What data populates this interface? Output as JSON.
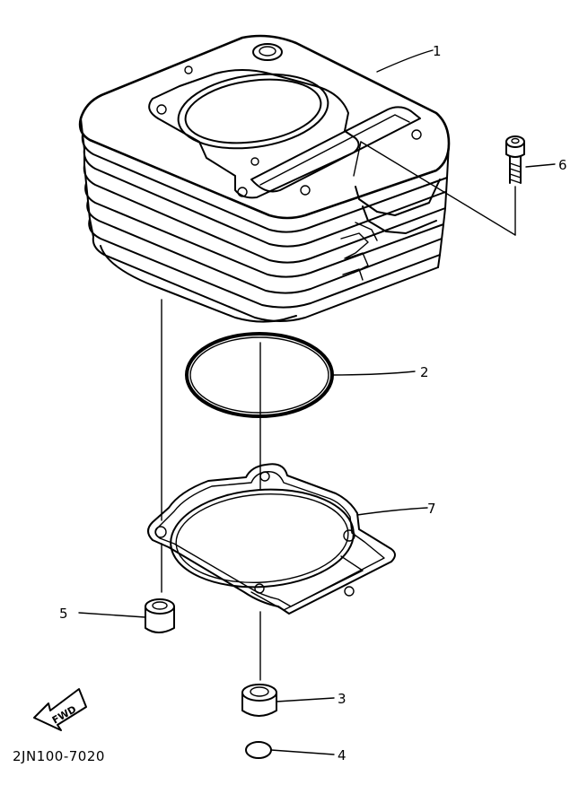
{
  "drawing_number": "2JN100-7020",
  "direction_arrow": {
    "label": "FWD"
  },
  "callouts": [
    {
      "id": "1",
      "label": "1"
    },
    {
      "id": "2",
      "label": "2"
    },
    {
      "id": "3",
      "label": "3"
    },
    {
      "id": "4",
      "label": "4"
    },
    {
      "id": "5",
      "label": "5"
    },
    {
      "id": "6",
      "label": "6"
    },
    {
      "id": "7",
      "label": "7"
    }
  ],
  "colors": {
    "ink": "#000000",
    "paper": "#ffffff"
  }
}
